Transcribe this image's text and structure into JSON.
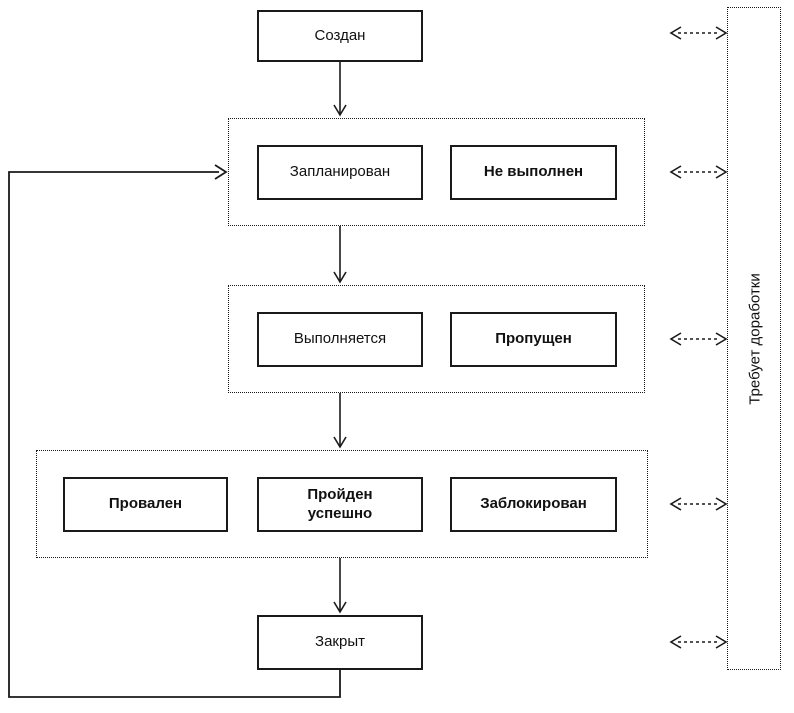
{
  "colors": {
    "line": "#1a1a1a",
    "background": "#ffffff",
    "node_fill": "#ffffff"
  },
  "nodes": {
    "created": {
      "label": "Создан"
    },
    "planned": {
      "label": "Запланирован"
    },
    "not_executed": {
      "label": "Не выполнен"
    },
    "executing": {
      "label": "Выполняется"
    },
    "skipped": {
      "label": "Пропущен"
    },
    "failed": {
      "label": "Провален"
    },
    "passed": {
      "label": "Пройден успешно"
    },
    "blocked": {
      "label": "Заблокирован"
    },
    "closed": {
      "label": "Закрыт"
    },
    "rework": {
      "label": "Требует доработки"
    }
  }
}
